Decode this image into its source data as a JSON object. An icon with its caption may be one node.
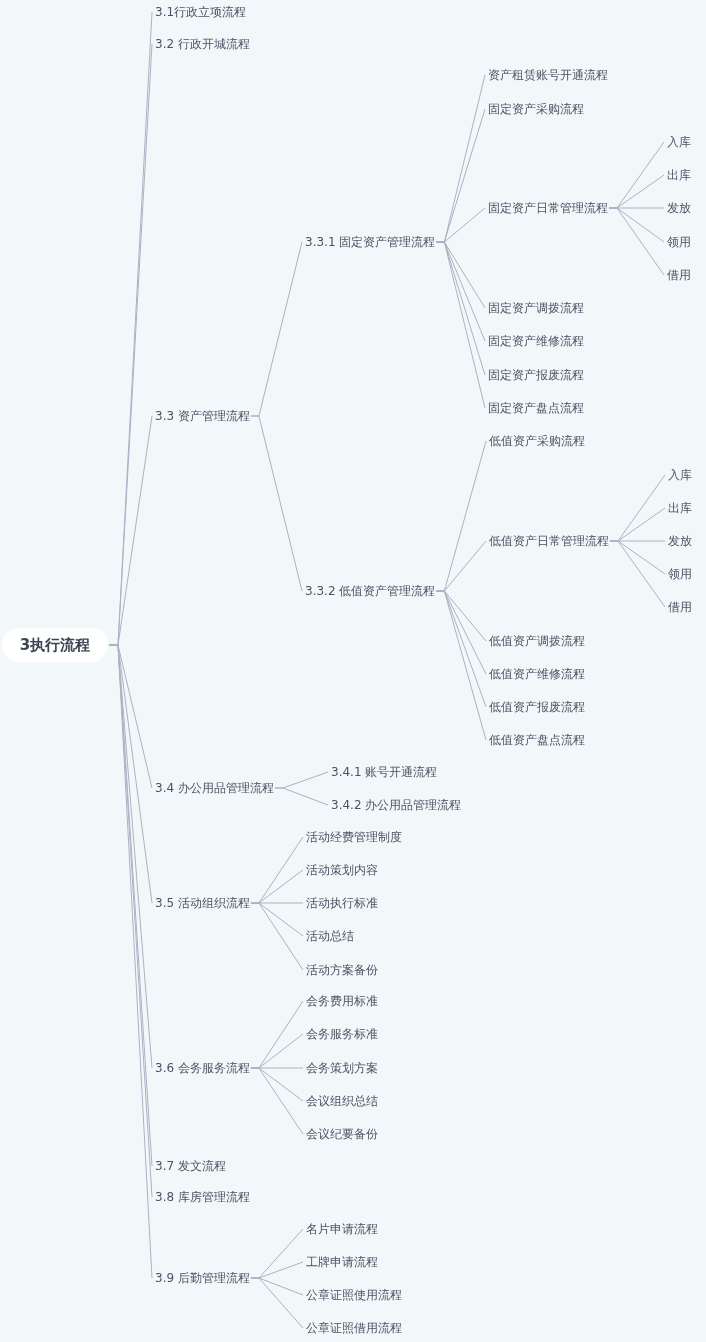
{
  "diagram": {
    "nodes": [
      {
        "text": [
          "3执行流程"
        ]
      },
      {
        "text": [
          "3.1行政立项流程"
        ]
      },
      {
        "text": [
          "3.2 行政开城流程"
        ]
      },
      {
        "text": [
          "3.3 资产管理流程"
        ]
      },
      {
        "text": [
          "3.3.1 固定资产管理流程"
        ]
      },
      {
        "text": [
          "资产租赁账号开通流程"
        ]
      },
      {
        "text": [
          "固定资产采购流程"
        ]
      },
      {
        "text": [
          "固定资产日常管理流程"
        ]
      },
      {
        "text": [
          "入库"
        ]
      },
      {
        "text": [
          "出库"
        ]
      },
      {
        "text": [
          "发放"
        ]
      },
      {
        "text": [
          "领用"
        ]
      },
      {
        "text": [
          "借用"
        ]
      },
      {
        "text": [
          "固定资产调拨流程"
        ]
      },
      {
        "text": [
          "固定资产维修流程"
        ]
      },
      {
        "text": [
          "固定资产报废流程"
        ]
      },
      {
        "text": [
          "固定资产盘点流程"
        ]
      },
      {
        "text": [
          "3.3.2 低值资产管理流程"
        ]
      },
      {
        "text": [
          "低值资产采购流程"
        ]
      },
      {
        "text": [
          "低值资产日常管理流程"
        ]
      },
      {
        "text": [
          "入库"
        ]
      },
      {
        "text": [
          "出库"
        ]
      },
      {
        "text": [
          "发放"
        ]
      },
      {
        "text": [
          "领用"
        ]
      },
      {
        "text": [
          "借用"
        ]
      },
      {
        "text": [
          "低值资产调拨流程"
        ]
      },
      {
        "text": [
          "低值资产维修流程"
        ]
      },
      {
        "text": [
          "低值资产报废流程"
        ]
      },
      {
        "text": [
          "低值资产盘点流程"
        ]
      },
      {
        "text": [
          "3.4 办公用品管理流程"
        ]
      },
      {
        "text": [
          "3.4.1 账号开通流程"
        ]
      },
      {
        "text": [
          "3.4.2 办公用品管理流程"
        ]
      },
      {
        "text": [
          "3.5 活动组织流程"
        ]
      },
      {
        "text": [
          "活动经费管理制度"
        ]
      },
      {
        "text": [
          "活动策划内容"
        ]
      },
      {
        "text": [
          "活动执行标准"
        ]
      },
      {
        "text": [
          "活动总结"
        ]
      },
      {
        "text": [
          "活动方案备份"
        ]
      },
      {
        "text": [
          "3.6 会务服务流程"
        ]
      },
      {
        "text": [
          "会务费用标准"
        ]
      },
      {
        "text": [
          "会务服务标准"
        ]
      },
      {
        "text": [
          "会务策划方案"
        ]
      },
      {
        "text": [
          "会议组织总结"
        ]
      },
      {
        "text": [
          "会议纪要备份"
        ]
      },
      {
        "text": [
          "3.7 发文流程"
        ]
      },
      {
        "text": [
          "3.8 库房管理流程"
        ]
      },
      {
        "text": [
          "3.9 后勤管理流程"
        ]
      },
      {
        "text": [
          "名片申请流程"
        ]
      },
      {
        "text": [
          "工牌申请流程"
        ]
      },
      {
        "text": [
          "公章证照使用流程"
        ]
      },
      {
        "text": [
          "公章证照借用流程"
        ]
      }
    ],
    "edges": [
      {
        "from": 0,
        "to": 1,
        "arrow": "none"
      },
      {
        "from": 0,
        "to": 2,
        "arrow": "none"
      },
      {
        "from": 0,
        "to": 3,
        "arrow": "none"
      },
      {
        "from": 3,
        "to": 4,
        "arrow": "none"
      },
      {
        "from": 4,
        "to": 5,
        "arrow": "none"
      },
      {
        "from": 4,
        "to": 6,
        "arrow": "none"
      },
      {
        "from": 4,
        "to": 7,
        "arrow": "none"
      },
      {
        "from": 7,
        "to": 8,
        "arrow": "none"
      },
      {
        "from": 7,
        "to": 9,
        "arrow": "none"
      },
      {
        "from": 7,
        "to": 10,
        "arrow": "none"
      },
      {
        "from": 7,
        "to": 11,
        "arrow": "none"
      },
      {
        "from": 7,
        "to": 12,
        "arrow": "none"
      },
      {
        "from": 4,
        "to": 13,
        "arrow": "none"
      },
      {
        "from": 4,
        "to": 14,
        "arrow": "none"
      },
      {
        "from": 4,
        "to": 15,
        "arrow": "none"
      },
      {
        "from": 4,
        "to": 16,
        "arrow": "none"
      },
      {
        "from": 3,
        "to": 17,
        "arrow": "none"
      },
      {
        "from": 17,
        "to": 18,
        "arrow": "none"
      },
      {
        "from": 17,
        "to": 19,
        "arrow": "none"
      },
      {
        "from": 19,
        "to": 20,
        "arrow": "none"
      },
      {
        "from": 19,
        "to": 21,
        "arrow": "none"
      },
      {
        "from": 19,
        "to": 22,
        "arrow": "none"
      },
      {
        "from": 19,
        "to": 23,
        "arrow": "none"
      },
      {
        "from": 19,
        "to": 24,
        "arrow": "none"
      },
      {
        "from": 17,
        "to": 25,
        "arrow": "none"
      },
      {
        "from": 17,
        "to": 26,
        "arrow": "none"
      },
      {
        "from": 17,
        "to": 27,
        "arrow": "none"
      },
      {
        "from": 17,
        "to": 28,
        "arrow": "none"
      },
      {
        "from": 0,
        "to": 29,
        "arrow": "none"
      },
      {
        "from": 29,
        "to": 30,
        "arrow": "none"
      },
      {
        "from": 29,
        "to": 31,
        "arrow": "none"
      },
      {
        "from": 0,
        "to": 32,
        "arrow": "none"
      },
      {
        "from": 32,
        "to": 33,
        "arrow": "none"
      },
      {
        "from": 32,
        "to": 34,
        "arrow": "none"
      },
      {
        "from": 32,
        "to": 35,
        "arrow": "none"
      },
      {
        "from": 32,
        "to": 36,
        "arrow": "none"
      },
      {
        "from": 32,
        "to": 37,
        "arrow": "none"
      },
      {
        "from": 0,
        "to": 38,
        "arrow": "none"
      },
      {
        "from": 38,
        "to": 39,
        "arrow": "none"
      },
      {
        "from": 38,
        "to": 40,
        "arrow": "none"
      },
      {
        "from": 38,
        "to": 41,
        "arrow": "none"
      },
      {
        "from": 38,
        "to": 42,
        "arrow": "none"
      },
      {
        "from": 38,
        "to": 43,
        "arrow": "none"
      },
      {
        "from": 0,
        "to": 44,
        "arrow": "none"
      },
      {
        "from": 0,
        "to": 45,
        "arrow": "none"
      },
      {
        "from": 0,
        "to": 46,
        "arrow": "none"
      },
      {
        "from": 46,
        "to": 47,
        "arrow": "none"
      },
      {
        "from": 46,
        "to": 48,
        "arrow": "none"
      },
      {
        "from": 46,
        "to": 49,
        "arrow": "none"
      },
      {
        "from": 46,
        "to": 50,
        "arrow": "none"
      }
    ]
  }
}
